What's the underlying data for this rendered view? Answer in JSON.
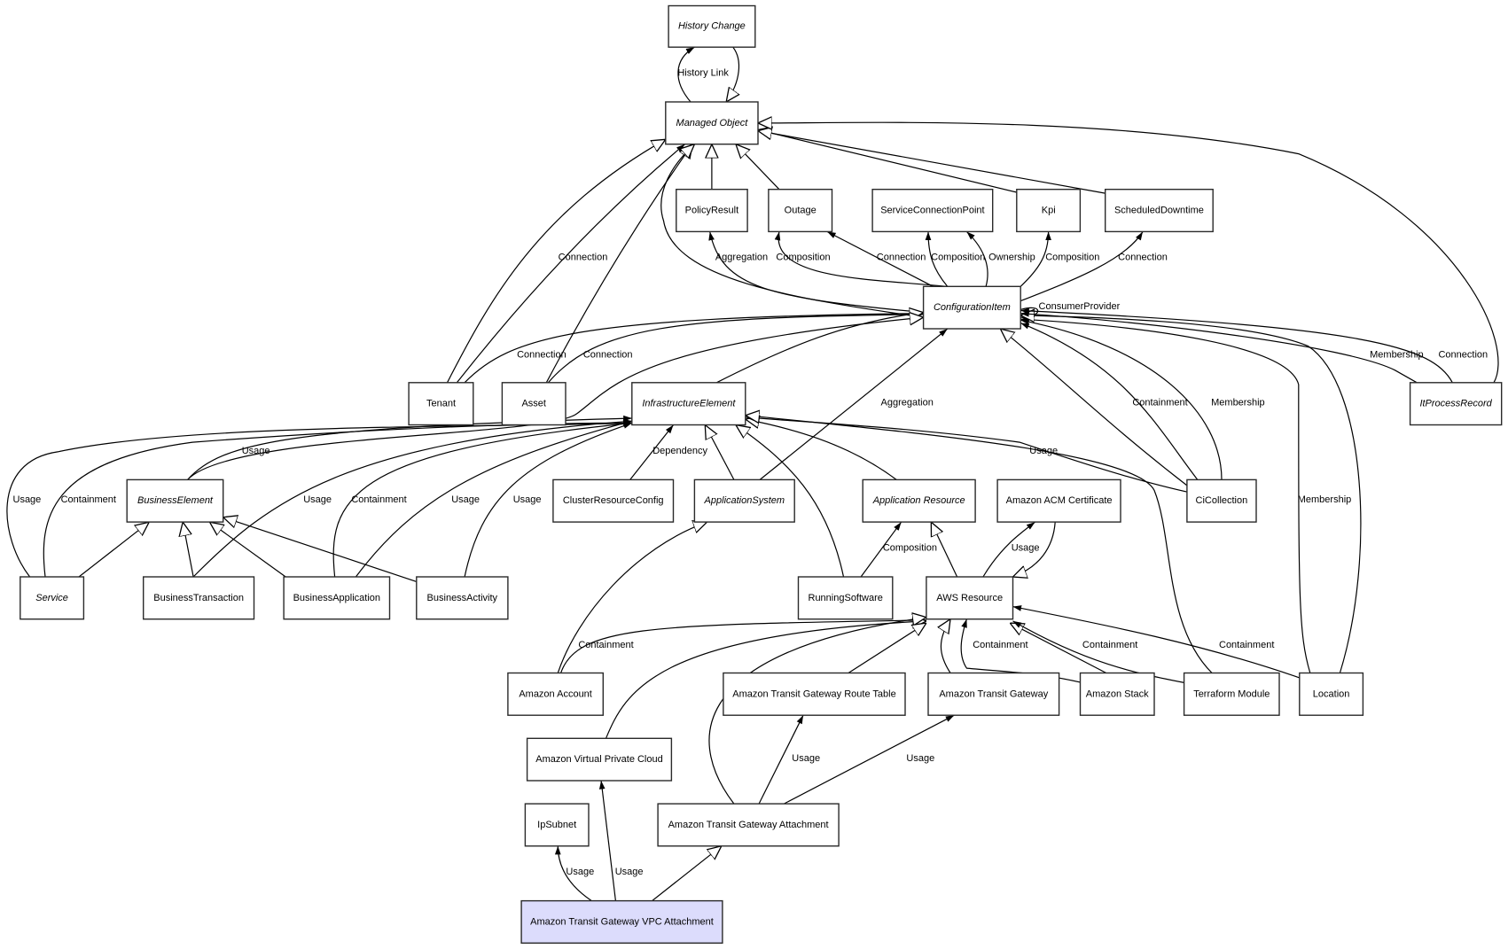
{
  "title": "CI type relationship diagram",
  "highlight_color": "#dcdcfc",
  "nodes": [
    {
      "id": "history-change",
      "label": "History Change",
      "abstract": true
    },
    {
      "id": "managed-object",
      "label": "Managed Object",
      "abstract": true
    },
    {
      "id": "policy-result",
      "label": "PolicyResult",
      "abstract": false
    },
    {
      "id": "outage",
      "label": "Outage",
      "abstract": false
    },
    {
      "id": "service-connection-point",
      "label": "ServiceConnectionPoint",
      "abstract": false
    },
    {
      "id": "kpi",
      "label": "Kpi",
      "abstract": false
    },
    {
      "id": "scheduled-downtime",
      "label": "ScheduledDowntime",
      "abstract": false
    },
    {
      "id": "configuration-item",
      "label": "ConfigurationItem",
      "abstract": true
    },
    {
      "id": "tenant",
      "label": "Tenant",
      "abstract": false
    },
    {
      "id": "asset",
      "label": "Asset",
      "abstract": false
    },
    {
      "id": "infrastructure-element",
      "label": "InfrastructureElement",
      "abstract": true
    },
    {
      "id": "it-process-record",
      "label": "ItProcessRecord",
      "abstract": true
    },
    {
      "id": "business-element",
      "label": "BusinessElement",
      "abstract": true
    },
    {
      "id": "cluster-resource-config",
      "label": "ClusterResourceConfig",
      "abstract": false
    },
    {
      "id": "application-system",
      "label": "ApplicationSystem",
      "abstract": true
    },
    {
      "id": "application-resource",
      "label": "Application Resource",
      "abstract": true
    },
    {
      "id": "amazon-acm-certificate",
      "label": "Amazon ACM Certificate",
      "abstract": false
    },
    {
      "id": "ci-collection",
      "label": "CiCollection",
      "abstract": false
    },
    {
      "id": "service",
      "label": "Service",
      "abstract": true
    },
    {
      "id": "business-transaction",
      "label": "BusinessTransaction",
      "abstract": false
    },
    {
      "id": "business-application",
      "label": "BusinessApplication",
      "abstract": false
    },
    {
      "id": "business-activity",
      "label": "BusinessActivity",
      "abstract": false
    },
    {
      "id": "running-software",
      "label": "RunningSoftware",
      "abstract": false
    },
    {
      "id": "aws-resource",
      "label": "AWS Resource",
      "abstract": false
    },
    {
      "id": "amazon-account",
      "label": "Amazon Account",
      "abstract": false
    },
    {
      "id": "amazon-tgw-route-table",
      "label": "Amazon Transit Gateway Route Table",
      "abstract": false
    },
    {
      "id": "amazon-transit-gateway",
      "label": "Amazon Transit Gateway",
      "abstract": false
    },
    {
      "id": "amazon-stack",
      "label": "Amazon Stack",
      "abstract": false
    },
    {
      "id": "terraform-module",
      "label": "Terraform Module",
      "abstract": false
    },
    {
      "id": "location",
      "label": "Location",
      "abstract": false
    },
    {
      "id": "amazon-vpc",
      "label": "Amazon Virtual Private Cloud",
      "abstract": false
    },
    {
      "id": "ip-subnet",
      "label": "IpSubnet",
      "abstract": false
    },
    {
      "id": "amazon-tgw-attachment",
      "label": "Amazon Transit Gateway Attachment",
      "abstract": false
    },
    {
      "id": "amazon-tgw-vpc-attachment",
      "label": "Amazon Transit Gateway VPC Attachment",
      "abstract": false,
      "highlighted": true
    }
  ],
  "edges": [
    {
      "from": "managed-object",
      "to": "history-change",
      "label": "History Link",
      "kind": "association"
    },
    {
      "from": "history-change",
      "to": "managed-object",
      "label": "",
      "kind": "inheritance"
    },
    {
      "from": "policy-result",
      "to": "managed-object",
      "label": "",
      "kind": "inheritance"
    },
    {
      "from": "outage",
      "to": "managed-object",
      "label": "",
      "kind": "inheritance"
    },
    {
      "from": "kpi",
      "to": "managed-object",
      "label": "",
      "kind": "inheritance"
    },
    {
      "from": "scheduled-downtime",
      "to": "managed-object",
      "label": "",
      "kind": "inheritance"
    },
    {
      "from": "it-process-record",
      "to": "managed-object",
      "label": "",
      "kind": "inheritance"
    },
    {
      "from": "tenant",
      "to": "managed-object",
      "label": "",
      "kind": "inheritance"
    },
    {
      "from": "tenant",
      "to": "managed-object",
      "label": "Connection",
      "kind": "association"
    },
    {
      "from": "asset",
      "to": "managed-object",
      "label": "",
      "kind": "inheritance"
    },
    {
      "from": "configuration-item",
      "to": "managed-object",
      "label": "",
      "kind": "inheritance"
    },
    {
      "from": "configuration-item",
      "to": "policy-result",
      "label": "Aggregation",
      "kind": "association"
    },
    {
      "from": "configuration-item",
      "to": "outage",
      "label": "Composition",
      "kind": "association"
    },
    {
      "from": "configuration-item",
      "to": "outage",
      "label": "Connection",
      "kind": "association"
    },
    {
      "from": "configuration-item",
      "to": "service-connection-point",
      "label": "Composition",
      "kind": "association"
    },
    {
      "from": "configuration-item",
      "to": "service-connection-point",
      "label": "Ownership",
      "kind": "association"
    },
    {
      "from": "configuration-item",
      "to": "kpi",
      "label": "Composition",
      "kind": "association"
    },
    {
      "from": "configuration-item",
      "to": "scheduled-downtime",
      "label": "Connection",
      "kind": "association"
    },
    {
      "from": "configuration-item",
      "to": "configuration-item",
      "label": "ConsumerProvider",
      "kind": "association"
    },
    {
      "from": "tenant",
      "to": "configuration-item",
      "label": "Connection",
      "kind": "association"
    },
    {
      "from": "asset",
      "to": "configuration-item",
      "label": "Connection",
      "kind": "association"
    },
    {
      "from": "infrastructure-element",
      "to": "configuration-item",
      "label": "",
      "kind": "inheritance"
    },
    {
      "from": "business-element",
      "to": "configuration-item",
      "label": "",
      "kind": "inheritance"
    },
    {
      "from": "application-system",
      "to": "configuration-item",
      "label": "Aggregation",
      "kind": "association"
    },
    {
      "from": "ci-collection",
      "to": "configuration-item",
      "label": "",
      "kind": "inheritance"
    },
    {
      "from": "ci-collection",
      "to": "configuration-item",
      "label": "Containment",
      "kind": "association"
    },
    {
      "from": "ci-collection",
      "to": "configuration-item",
      "label": "Membership",
      "kind": "association"
    },
    {
      "from": "location",
      "to": "configuration-item",
      "label": "Membership",
      "kind": "association"
    },
    {
      "from": "location",
      "to": "configuration-item",
      "label": "",
      "kind": "inheritance"
    },
    {
      "from": "it-process-record",
      "to": "configuration-item",
      "label": "Membership",
      "kind": "association"
    },
    {
      "from": "it-process-record",
      "to": "configuration-item",
      "label": "Connection",
      "kind": "association"
    },
    {
      "from": "business-element",
      "to": "infrastructure-element",
      "label": "Usage",
      "kind": "association"
    },
    {
      "from": "service",
      "to": "infrastructure-element",
      "label": "Usage",
      "kind": "association"
    },
    {
      "from": "service",
      "to": "infrastructure-element",
      "label": "Containment",
      "kind": "association"
    },
    {
      "from": "business-transaction",
      "to": "infrastructure-element",
      "label": "Usage",
      "kind": "association"
    },
    {
      "from": "business-application",
      "to": "infrastructure-element",
      "label": "Containment",
      "kind": "association"
    },
    {
      "from": "business-application",
      "to": "infrastructure-element",
      "label": "Usage",
      "kind": "association"
    },
    {
      "from": "business-activity",
      "to": "infrastructure-element",
      "label": "Usage",
      "kind": "association"
    },
    {
      "from": "cluster-resource-config",
      "to": "infrastructure-element",
      "label": "Dependency",
      "kind": "association"
    },
    {
      "from": "application-system",
      "to": "infrastructure-element",
      "label": "",
      "kind": "inheritance"
    },
    {
      "from": "running-software",
      "to": "infrastructure-element",
      "label": "",
      "kind": "inheritance"
    },
    {
      "from": "application-resource",
      "to": "infrastructure-element",
      "label": "",
      "kind": "inheritance"
    },
    {
      "from": "ci-collection",
      "to": "infrastructure-element",
      "label": "Usage",
      "kind": "association"
    },
    {
      "from": "terraform-module",
      "to": "infrastructure-element",
      "label": "",
      "kind": "inheritance"
    },
    {
      "from": "service",
      "to": "business-element",
      "label": "",
      "kind": "inheritance"
    },
    {
      "from": "business-transaction",
      "to": "business-element",
      "label": "",
      "kind": "inheritance"
    },
    {
      "from": "business-application",
      "to": "business-element",
      "label": "",
      "kind": "inheritance"
    },
    {
      "from": "business-activity",
      "to": "business-element",
      "label": "",
      "kind": "inheritance"
    },
    {
      "from": "amazon-account",
      "to": "application-system",
      "label": "",
      "kind": "inheritance"
    },
    {
      "from": "running-software",
      "to": "application-resource",
      "label": "Composition",
      "kind": "association"
    },
    {
      "from": "aws-resource",
      "to": "application-resource",
      "label": "",
      "kind": "inheritance"
    },
    {
      "from": "aws-resource",
      "to": "amazon-acm-certificate",
      "label": "Usage",
      "kind": "association"
    },
    {
      "from": "amazon-acm-certificate",
      "to": "aws-resource",
      "label": "",
      "kind": "inheritance"
    },
    {
      "from": "amazon-account",
      "to": "aws-resource",
      "label": "Containment",
      "kind": "association"
    },
    {
      "from": "amazon-vpc",
      "to": "aws-resource",
      "label": "",
      "kind": "inheritance"
    },
    {
      "from": "amazon-tgw-attachment",
      "to": "aws-resource",
      "label": "",
      "kind": "inheritance"
    },
    {
      "from": "amazon-tgw-route-table",
      "to": "aws-resource",
      "label": "",
      "kind": "inheritance"
    },
    {
      "from": "amazon-transit-gateway",
      "to": "aws-resource",
      "label": "",
      "kind": "inheritance"
    },
    {
      "from": "amazon-stack",
      "to": "aws-resource",
      "label": "Containment",
      "kind": "association"
    },
    {
      "from": "amazon-stack",
      "to": "aws-resource",
      "label": "",
      "kind": "inheritance"
    },
    {
      "from": "terraform-module",
      "to": "aws-resource",
      "label": "Containment",
      "kind": "association"
    },
    {
      "from": "location",
      "to": "aws-resource",
      "label": "Containment",
      "kind": "association"
    },
    {
      "from": "amazon-tgw-attachment",
      "to": "amazon-tgw-route-table",
      "label": "Usage",
      "kind": "association"
    },
    {
      "from": "amazon-tgw-attachment",
      "to": "amazon-transit-gateway",
      "label": "Usage",
      "kind": "association"
    },
    {
      "from": "amazon-tgw-vpc-attachment",
      "to": "ip-subnet",
      "label": "Usage",
      "kind": "association"
    },
    {
      "from": "amazon-tgw-vpc-attachment",
      "to": "amazon-vpc",
      "label": "Usage",
      "kind": "association"
    },
    {
      "from": "amazon-tgw-vpc-attachment",
      "to": "amazon-tgw-attachment",
      "label": "",
      "kind": "inheritance"
    }
  ]
}
